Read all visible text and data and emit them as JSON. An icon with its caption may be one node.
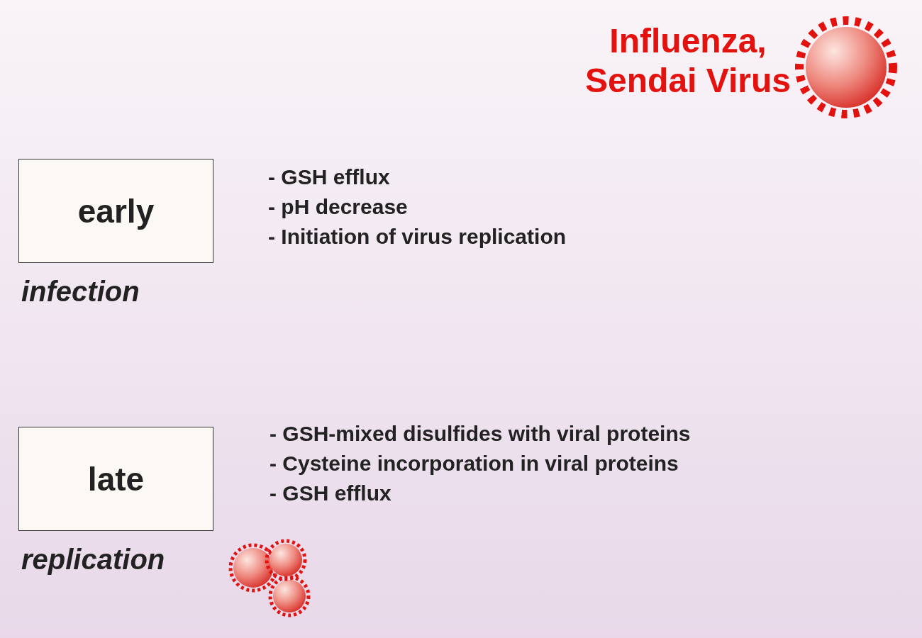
{
  "diagram": {
    "title": "Influenza, Sendai Virus",
    "nodes": [
      {
        "text": [
          "early"
        ],
        "beside": [
          "infection"
        ]
      },
      {
        "text": [
          "late"
        ],
        "beside": [
          "replication"
        ]
      }
    ],
    "labels": [
      "- GSH efflux",
      "- pH decrease",
      "- Initiation of virus replication",
      "- GSH-mixed disulfides with viral proteins",
      "- Cysteine incorporation in viral proteins",
      "- GSH efflux"
    ]
  }
}
